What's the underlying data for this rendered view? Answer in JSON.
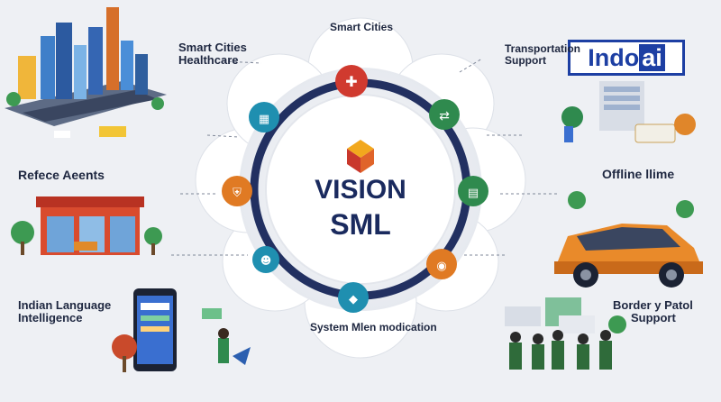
{
  "logo": {
    "text_part": "Indo",
    "ai_part": "ai"
  },
  "center": {
    "line1": "VISION",
    "line2": "SML"
  },
  "sections": {
    "top": {
      "title": "Smart Cities"
    },
    "top_left": {
      "title_line1": "Smart Cities",
      "title_line2": "Healthcare"
    },
    "top_right": {
      "title_line1": "Transportation",
      "title_line2": "Support"
    },
    "left_mid": {
      "title": "Refece Aeents"
    },
    "right_mid": {
      "title": "Offline llime"
    },
    "bottom_left": {
      "title_line1": "Indian Language",
      "title_line2": "Intelligence"
    },
    "bottom_right": {
      "title_line1": "Border y Patol",
      "title_line2": "Support"
    },
    "bottom_center": {
      "title": "System Mlen modication"
    }
  },
  "colors": {
    "navy": "#1a2a5e",
    "ring": "#223061",
    "red": "#d03a2f",
    "teal": "#1f8fb0",
    "green": "#2f8a4e",
    "orange": "#e07a23",
    "brand_blue": "#1d3fa3"
  },
  "icons": [
    "building-icon",
    "route-icon",
    "server-icon",
    "car-icon",
    "shield-icon",
    "person-icon",
    "speech-icon",
    "medical-icon"
  ]
}
